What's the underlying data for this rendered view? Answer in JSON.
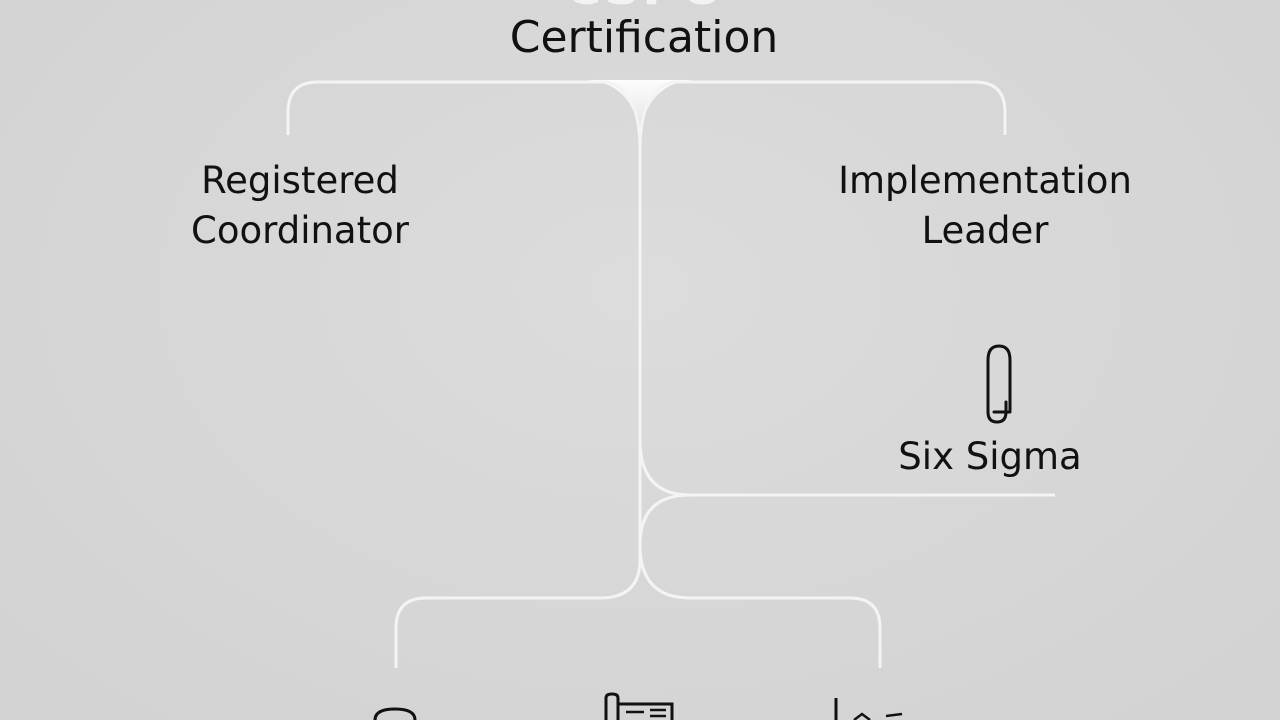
{
  "diagram": {
    "title_partial": "CSPO",
    "title": "Certification",
    "branches": {
      "left": "Registered\nCoordinator",
      "right": "Implementation\nLeader"
    },
    "sub_node": {
      "label": "Six Sigma",
      "icon": "paper-clip-icon"
    },
    "bottom_icons": [
      "magnifier-icon",
      "document-icon",
      "chart-icon"
    ]
  }
}
